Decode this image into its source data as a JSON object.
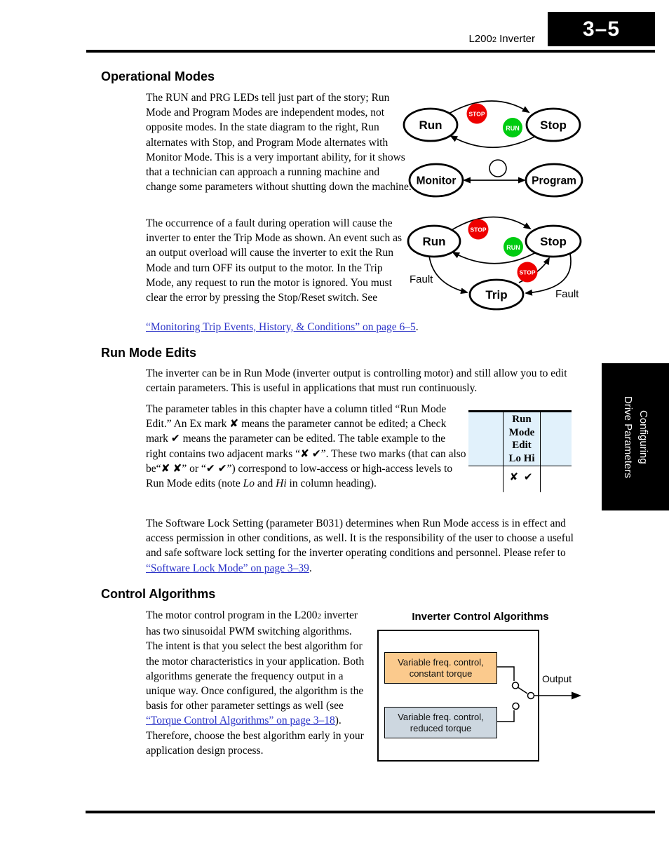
{
  "header": {
    "product": "L200",
    "product_sub": "2",
    "product_rest": " Inverter",
    "page_number": "3–5"
  },
  "side_tab": {
    "line1": "Configuring",
    "line2": "Drive Parameters"
  },
  "operational_modes": {
    "heading": "Operational Modes",
    "para1": "The RUN and PRG LEDs tell just part of the story; Run Mode and Program Modes are independent modes, not opposite modes. In the state diagram to the right, Run alternates with Stop, and Program Mode alternates with Monitor Mode. This is a very important ability, for it shows that a technician can approach a running machine and change some parameters without shutting down the machine.",
    "para2": "The occurrence of a fault during operation will cause the inverter to enter the Trip Mode as shown. An event such as an output overload will cause the inverter to exit the Run Mode and turn OFF its output to the motor. In the Trip Mode, any request to run the motor is ignored. You must clear the error by pressing the Stop/Reset switch. See",
    "para2_link": "“Monitoring Trip Events, History, & Conditions” on page 6–5",
    "para2_end": "."
  },
  "state_diagram_1": {
    "run": "Run",
    "stop": "Stop",
    "monitor": "Monitor",
    "program": "Program",
    "stop_button": "STOP",
    "run_button": "RUN"
  },
  "state_diagram_2": {
    "run": "Run",
    "stop": "Stop",
    "trip": "Trip",
    "stop_button": "STOP",
    "run_button": "RUN",
    "stop_button2": "STOP",
    "fault_left": "Fault",
    "fault_right": "Fault"
  },
  "run_mode_edits": {
    "heading": "Run Mode Edits",
    "para1": "The inverter can be in Run Mode (inverter output is controlling motor) and still allow you to edit certain parameters. This is useful in applications that must run continuously.",
    "para2_a": "The parameter tables in this chapter have a column titled “Run Mode Edit.” An Ex mark ✘ means the parameter cannot be edited; a Check mark ✔ means the parameter can be edited. The table example to the right contains two adjacent marks “✘ ✔”. These two marks (that can also be“✘ ✘” or “✔ ✔”) correspond to low-access or high-access levels to Run Mode edits (note ",
    "para2_italic1": "Lo",
    "para2_b": " and ",
    "para2_italic2": "Hi",
    "para2_c": " in column heading).",
    "para3": "The Software Lock Setting (parameter B031) determines when Run Mode access is in effect and access permission in other conditions, as well. It is the responsibility of the user to choose a useful and safe software lock setting for the inverter operating conditions and personnel. Please refer to ",
    "para3_link": "“Software Lock Mode” on page 3–39",
    "para3_end": "."
  },
  "table_example": {
    "header_lines": [
      "Run",
      "Mode",
      "Edit",
      "Lo Hi"
    ],
    "cell_marks": "✘ ✔"
  },
  "control_algorithms": {
    "heading": "Control Algorithms",
    "para_a": "The motor control program in the L200",
    "para_sub": "2",
    "para_b": " inverter has two sinusoidal PWM switching algorithms. The intent is that you select the best algorithm for the motor characteristics in your application. Both algorithms generate the frequency output in a unique way. Once configured, the algorithm is the basis for other parameter settings as well (see ",
    "para_link": "“Torque Control Algorithms” on page 3–18",
    "para_c": "). Therefore, choose the best algorithm early in your application design process."
  },
  "algorithm_diagram": {
    "title": "Inverter Control Algorithms",
    "box1_line1": "Variable freq. control,",
    "box1_line2": "constant torque",
    "box2_line1": "Variable freq. control,",
    "box2_line2": "reduced torque",
    "output_label": "Output"
  },
  "colors": {
    "link_blue": "#2B33C8",
    "stop_red": "#EE0000",
    "run_green": "#00CC11",
    "table_header_blue": "#E1F1FB",
    "box_constant_torque": "#FBCA8D",
    "box_reduced_torque": "#CDD7E0"
  }
}
